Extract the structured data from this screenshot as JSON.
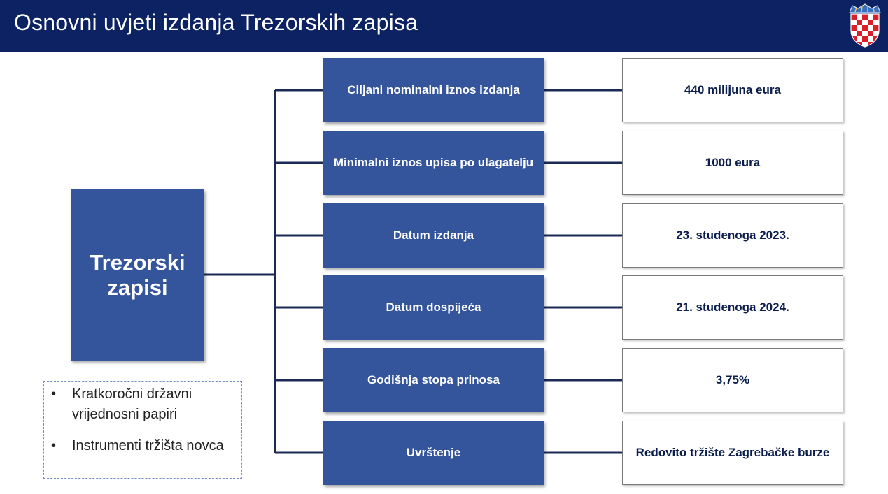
{
  "header": {
    "title": "Osnovni uvjeti izdanja Trezorskih zapisa",
    "background_color": "#0c2262",
    "emblem_icon": "croatian-coat-of-arms-icon"
  },
  "main": {
    "label": "Trezorski zapisi",
    "color": "#34559b"
  },
  "note": {
    "items": [
      "Kratkoročni državni vrijednosni papiri",
      "Instrumenti tržišta novca"
    ]
  },
  "terms": [
    {
      "label": "Ciljani nominalni iznos izdanja",
      "value": "440 milijuna eura"
    },
    {
      "label": "Minimalni iznos upisa po ulagatelju",
      "value": "1000 eura"
    },
    {
      "label": "Datum izdanja",
      "value": "23. studenoga 2023."
    },
    {
      "label": "Datum dospijeća",
      "value": "21. studenoga 2024."
    },
    {
      "label": "Godišnja stopa prinosa",
      "value": "3,75%"
    },
    {
      "label": "Uvrštenje",
      "value": "Redovito tržište Zagrebačke burze"
    }
  ]
}
